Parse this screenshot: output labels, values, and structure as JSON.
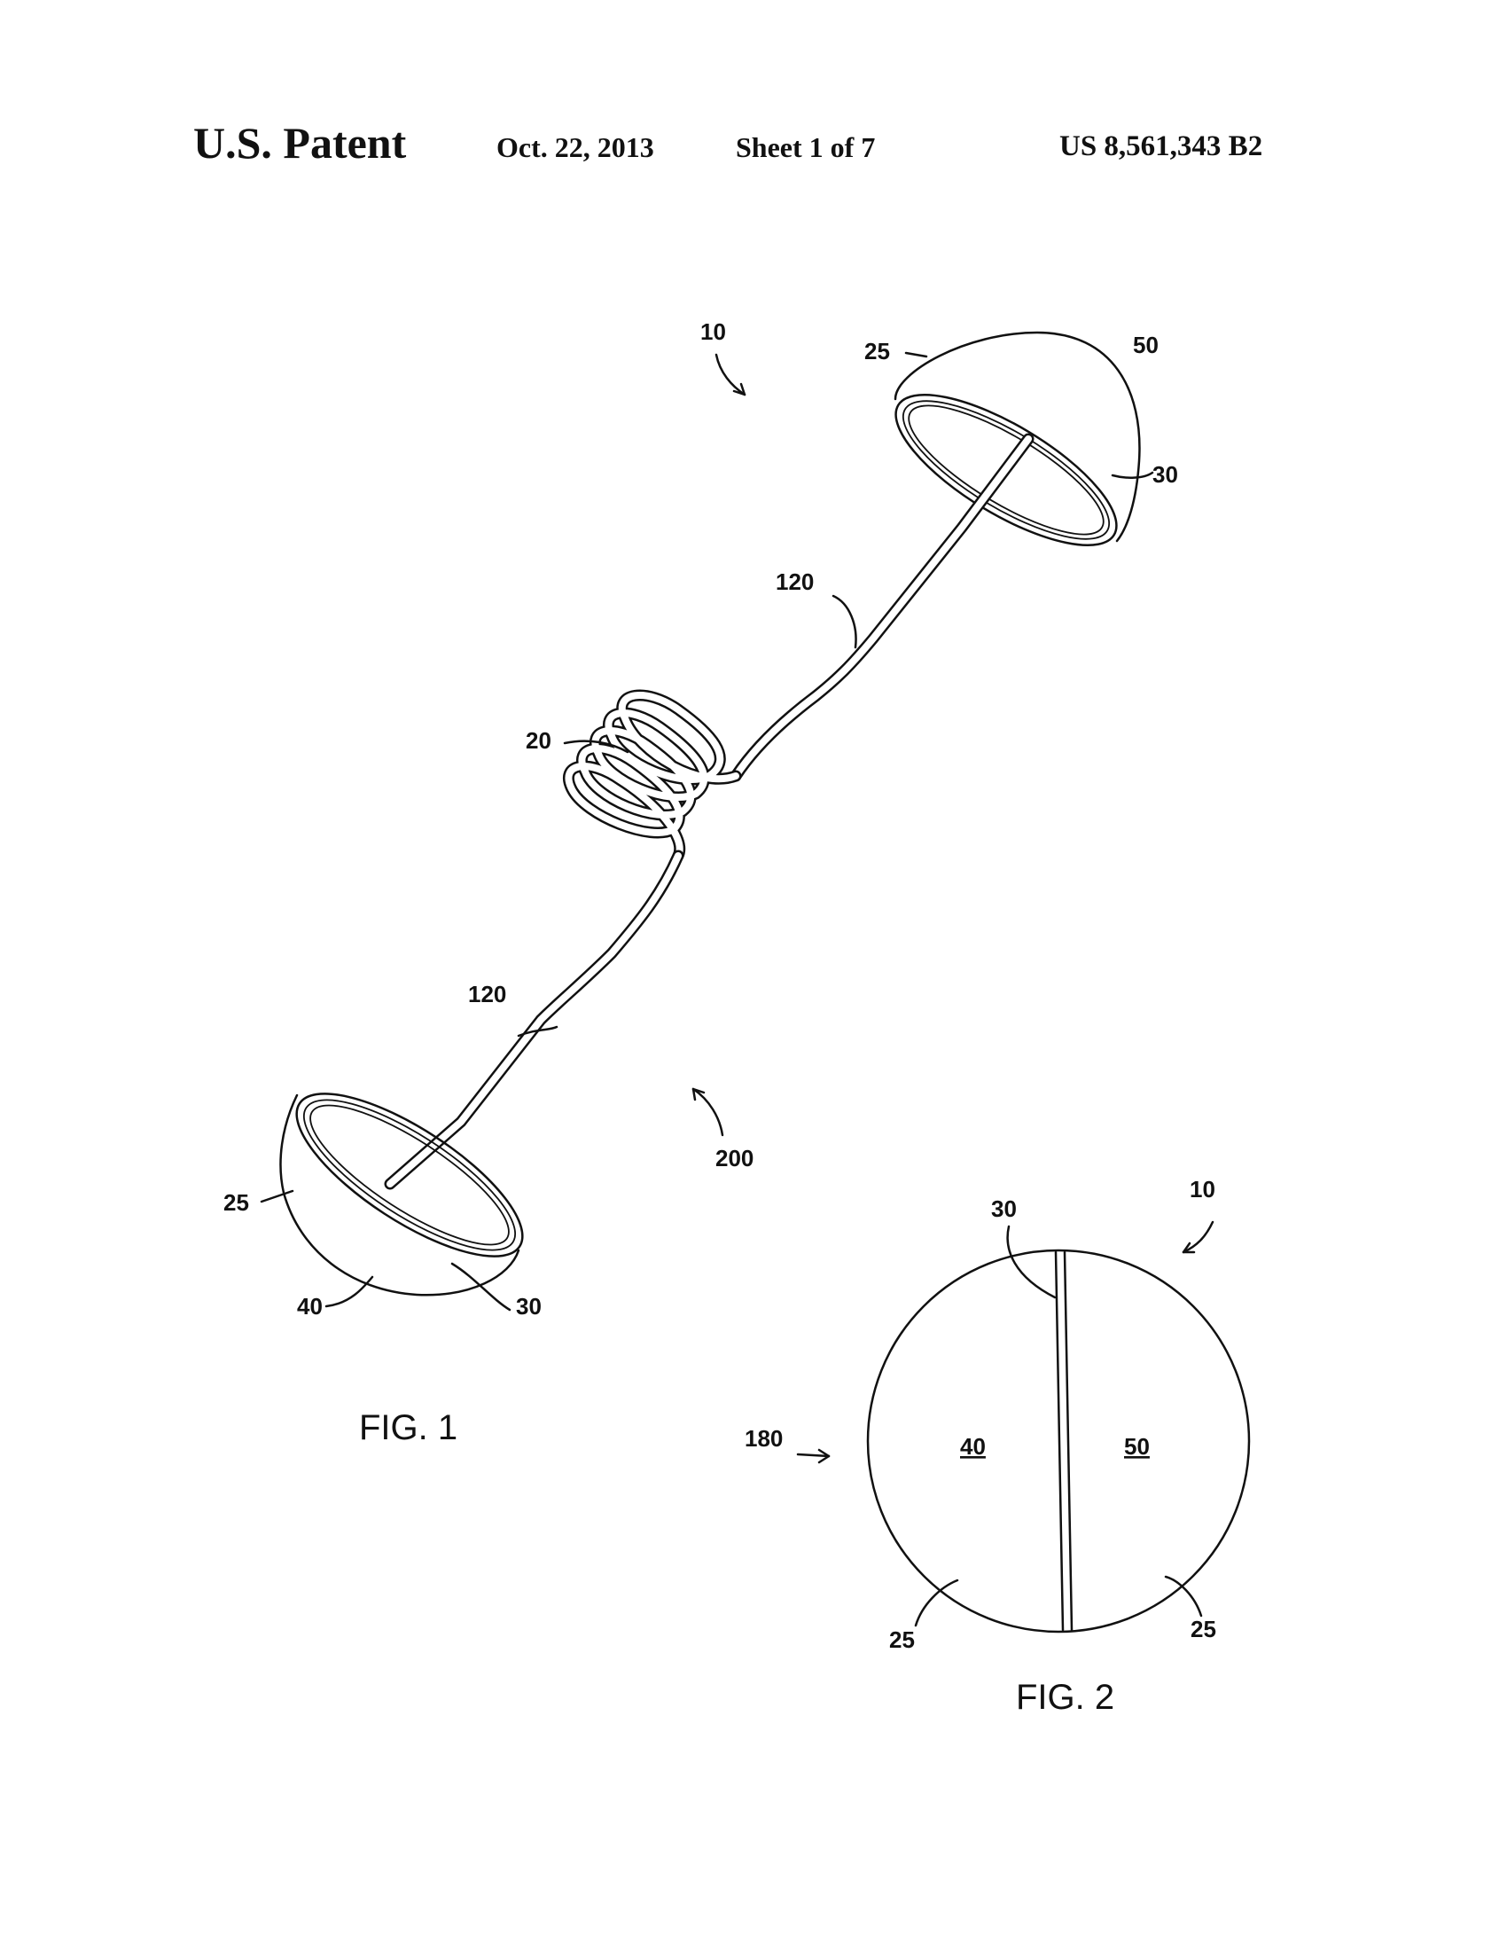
{
  "header": {
    "title": "U.S. Patent",
    "date": "Oct. 22, 2013",
    "sheet": "Sheet 1 of 7",
    "number": "US 8,561,343 B2"
  },
  "fig1": {
    "caption": "FIG. 1",
    "refs": {
      "assembly": "10",
      "top_shell": "25",
      "top_half": "50",
      "top_seam": "30",
      "upper_wire": "120",
      "spring": "20",
      "lower_wire": "120",
      "collapsed": "200",
      "bottom_shell": "25",
      "bottom_half": "40",
      "bottom_seam": "30"
    }
  },
  "fig2": {
    "caption": "FIG. 2",
    "refs": {
      "assembly": "10",
      "seam": "30",
      "closed": "180",
      "left_half": "40",
      "right_half": "50",
      "left_shell": "25",
      "right_shell": "25"
    }
  }
}
